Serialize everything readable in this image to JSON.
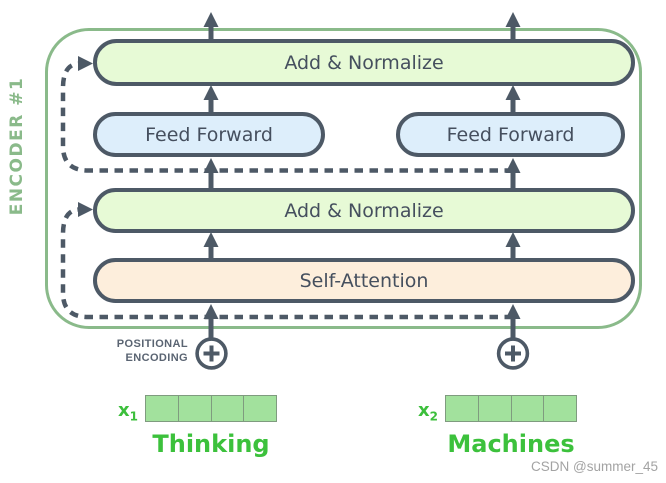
{
  "diagram": {
    "encoder_label": "ENCODER #1",
    "boxes": [
      {
        "id": "add-normalize-top",
        "label": "Add & Normalize",
        "fill": "#e7fad6"
      },
      {
        "id": "feed-forward-left",
        "label": "Feed Forward",
        "fill": "#ddeefb"
      },
      {
        "id": "feed-forward-right",
        "label": "Feed Forward",
        "fill": "#ddeefb"
      },
      {
        "id": "add-normalize-bottom",
        "label": "Add & Normalize",
        "fill": "#e7fad6"
      },
      {
        "id": "self-attention",
        "label": "Self-Attention",
        "fill": "#fdeedc"
      }
    ],
    "positional_encoding": {
      "line1": "POSITIONAL",
      "line2": "ENCODING"
    },
    "inputs": [
      {
        "base": "x",
        "sub": "1",
        "word": "Thinking",
        "cells": 4
      },
      {
        "base": "x",
        "sub": "2",
        "word": "Machines",
        "cells": 4
      }
    ],
    "colors": {
      "outline_green": "#8aba8a",
      "connector_slate": "#4d5966",
      "box_text": "#454f5e",
      "bright_green_text": "#3cc13c",
      "vector_fill": "#a2e19d",
      "vector_border": "#7f9b7f",
      "positional_text": "#5a6472",
      "watermark_gray": "#a3a3a3"
    },
    "watermark": "CSDN @summer_45"
  }
}
